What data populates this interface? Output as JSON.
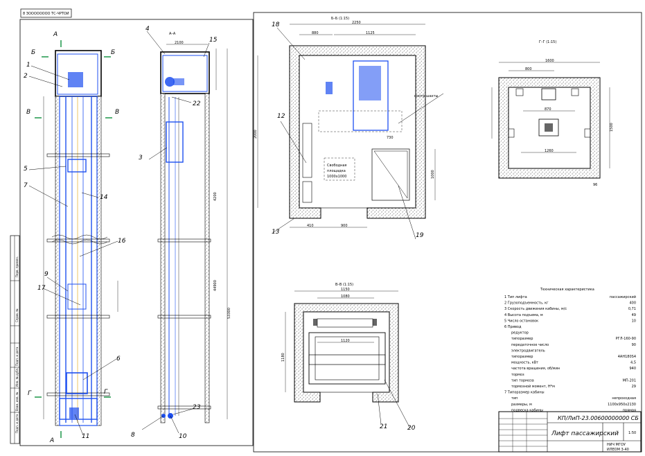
{
  "tab": {
    "label": "8 ЗОООООООО ТС-ЧРТОИ"
  },
  "views": {
    "section_aa": "А–А",
    "section_bb": "Б–Б (1:15)",
    "section_gg": "Г–Г (1:15)",
    "section_vv": "В–В (1:15)"
  },
  "markers": {
    "a_top": "А",
    "a_bottom": "А",
    "b_left": "Б",
    "b_right": "Б",
    "v_left": "В",
    "v_right": "В",
    "g_left": "Г",
    "g_right": "Г"
  },
  "callouts": {
    "c1": "1",
    "c2": "2",
    "c3": "3",
    "c4": "4",
    "c5": "5",
    "c6": "6",
    "c7": "7",
    "c8": "8",
    "c9": "9",
    "c10": "10",
    "c11": "11",
    "c12": "12",
    "c13": "13",
    "c14": "14",
    "c15": "15",
    "c16": "16",
    "c17": "17",
    "c18": "18",
    "c19": "19",
    "c20": "20",
    "c21": "21",
    "c22": "22",
    "c23": "23"
  },
  "dims": {
    "bb_total": "2250",
    "bb_left": "880",
    "bb_right": "1125",
    "bb_height": "2000",
    "bb_door": "900",
    "bb_bottom": "410",
    "bb_side": "1000",
    "bb_counter": "730",
    "gg_total": "1600",
    "gg_inner": "800",
    "gg_mid": "870",
    "gg_bottom": "1260",
    "gg_height": "1500",
    "gg_side": "96",
    "vv_total": "1150",
    "vv_inner": "1080",
    "vv_mid": "1120",
    "vv_height": "1180",
    "aa_top": "2100",
    "aa_height": "53300",
    "aa_mid": "44900",
    "aa_low": "4200"
  },
  "notes": {
    "counterweight": "контр шахты",
    "room_label_1": "Свободная",
    "room_label_2": "площадка",
    "room_label_3": "1000х1000"
  },
  "spec": {
    "title": "Техническая характеристика",
    "rows": [
      {
        "label": "1 Тип лифта",
        "value": "пассажирский"
      },
      {
        "label": "2 Грузоподъемность, кг",
        "value": "400"
      },
      {
        "label": "3 Скорость движения кабины, м/с",
        "value": "0,71"
      },
      {
        "label": "4 Высота подъема, м",
        "value": "49"
      },
      {
        "label": "5 Число остановок",
        "value": "10"
      },
      {
        "label": "6 Привод",
        "value": ""
      },
      {
        "label": "редуктор",
        "value": ""
      },
      {
        "label": "типоразмер",
        "value": "РГЛ-160-90"
      },
      {
        "label": "передаточное число",
        "value": "90"
      },
      {
        "label": "электродвигатель",
        "value": ""
      },
      {
        "label": "типоразмер",
        "value": "4АН180S4"
      },
      {
        "label": "мощность, кВт",
        "value": "4,5"
      },
      {
        "label": "частота вращения, об/мин",
        "value": "940"
      },
      {
        "label": "тормоз",
        "value": ""
      },
      {
        "label": "тип тормоза",
        "value": "МП-201"
      },
      {
        "label": "тормозной момент, Н*м",
        "value": "29"
      },
      {
        "label": "7 Типоразмер кабины",
        "value": ""
      },
      {
        "label": "тип",
        "value": "непроходная"
      },
      {
        "label": "размеры, м",
        "value": "1100х950х2130"
      },
      {
        "label": "подвеска кабины",
        "value": "прямая"
      }
    ]
  },
  "title_block": {
    "code": "КП/ЛиП-23.00600000000 СБ",
    "name": "Лифт пассажирский",
    "scale": "1:50",
    "org_1": "НИЧ МГОУ",
    "org_2": "ИЛЕОМ 3-40"
  },
  "side_stamp": {
    "s1": "Перв. примен.",
    "s2": "Справ. №",
    "s3": "Подп. и дата",
    "s4": "Инв. № дубл.",
    "s5": "Взам. инв. №",
    "s6": "Подп. и дата",
    "s7": "Инв. № подл."
  },
  "colors": {
    "line": "#000000",
    "shaft": "#1d4ff0",
    "hatch": "#000000",
    "wall_fill": "#ffffff",
    "accent": "#e3a100",
    "green": "#0b8f3a"
  }
}
